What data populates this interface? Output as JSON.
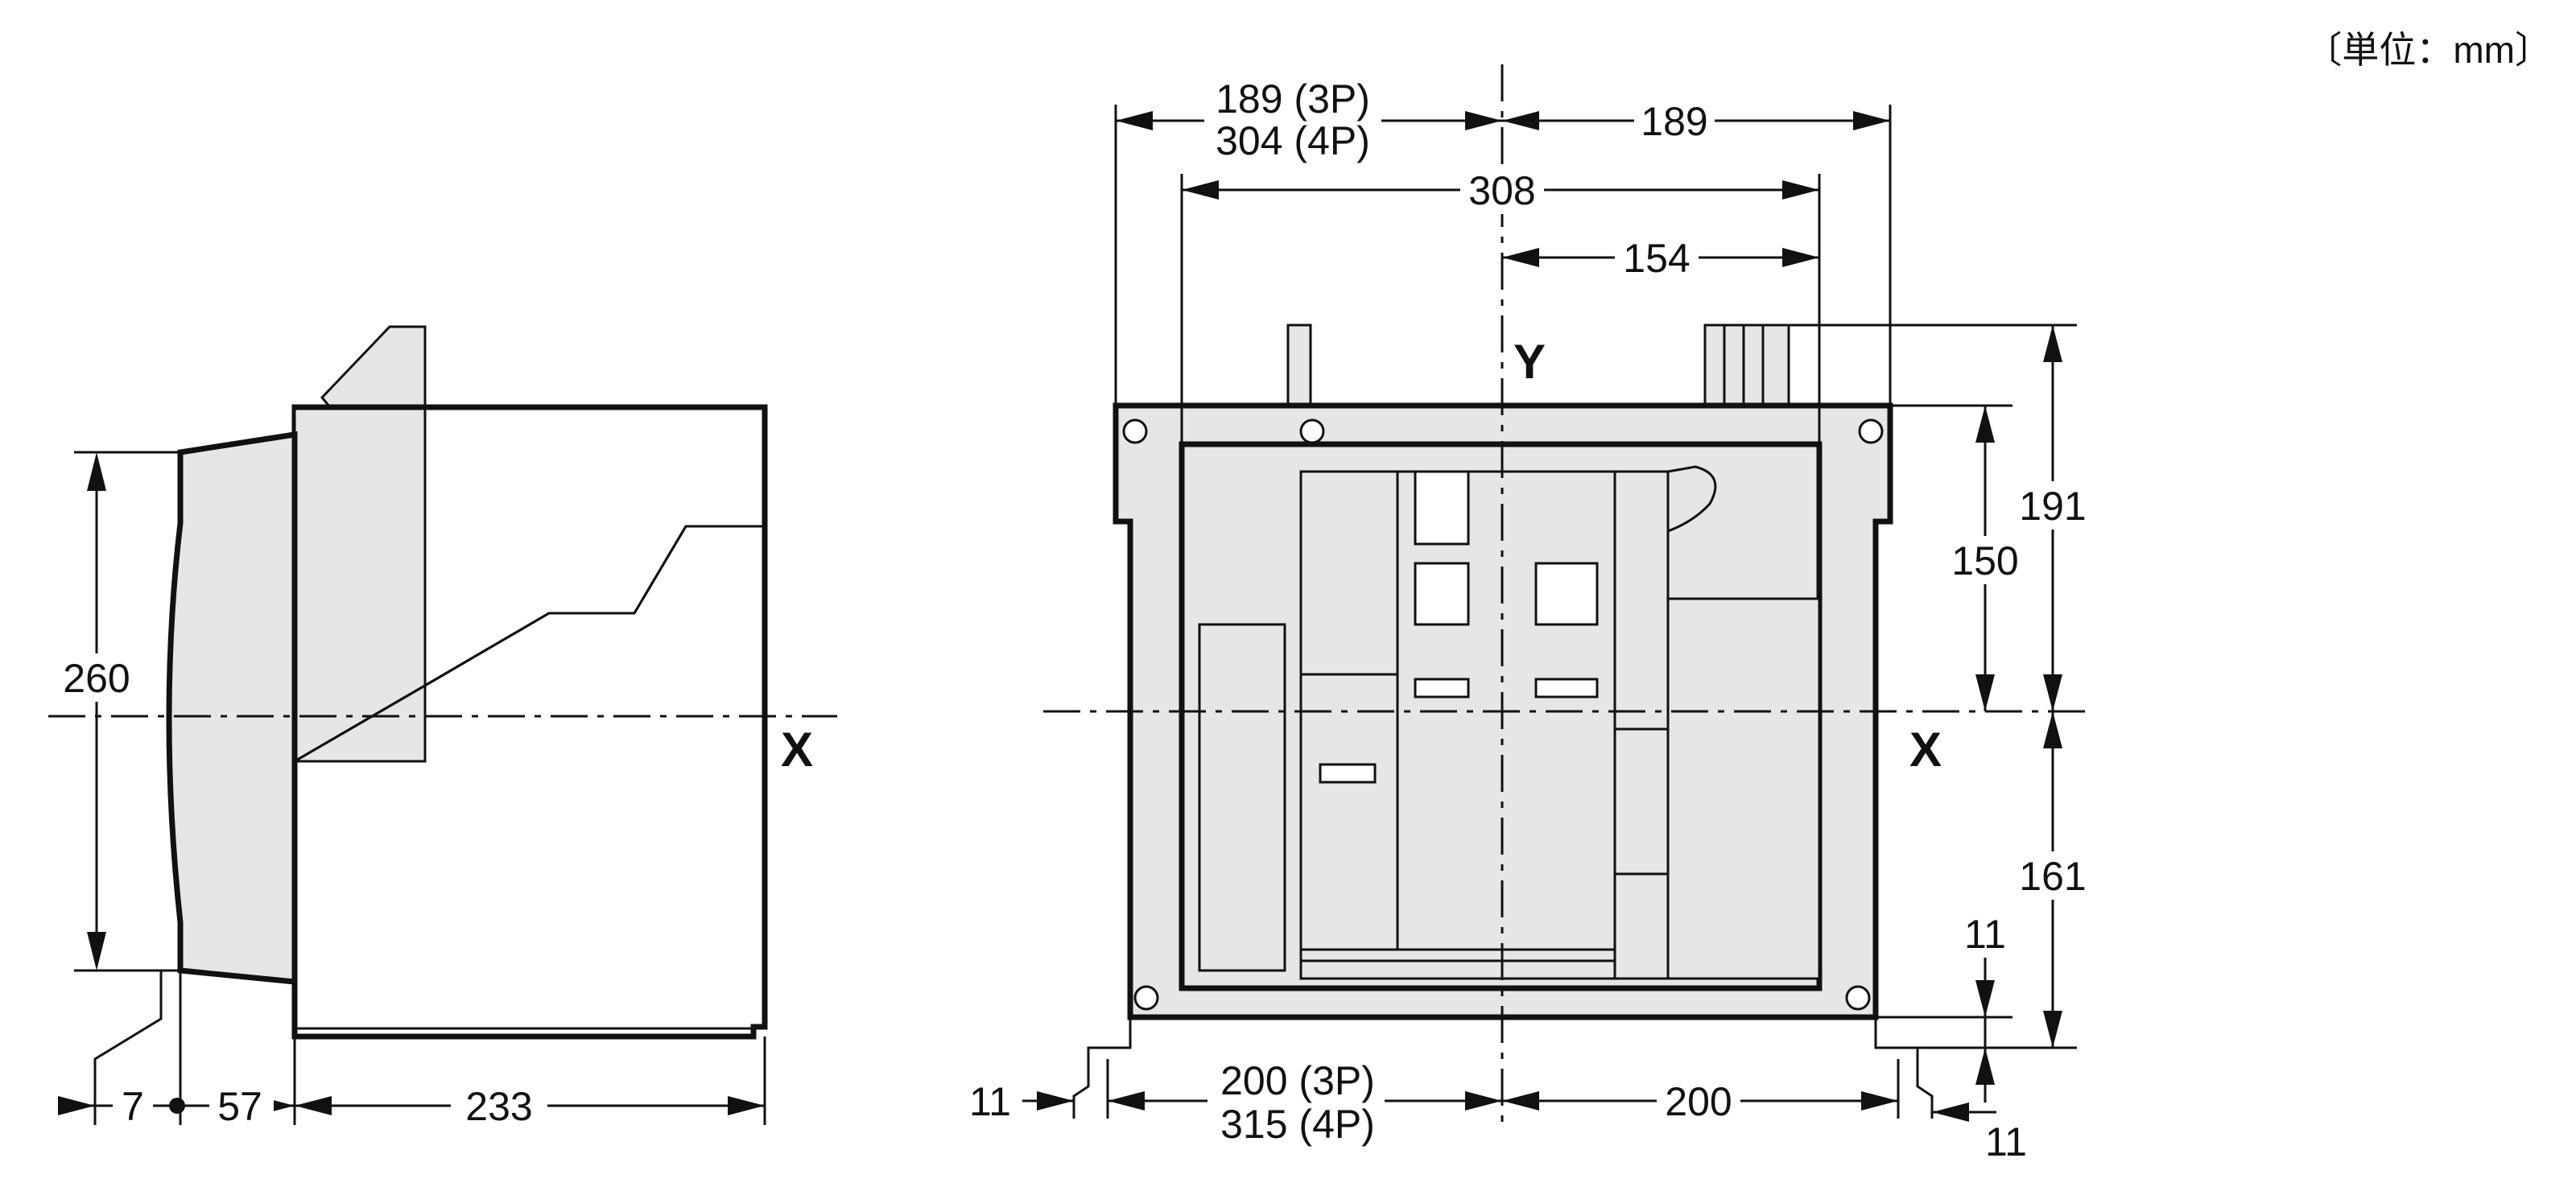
{
  "unit_label": "〔単位：mm〕",
  "axes": {
    "x_left": "X",
    "x_right": "X",
    "y_top": "Y"
  },
  "side_view": {
    "height": "260",
    "depth_a": "7",
    "depth_b": "57",
    "depth_c": "233"
  },
  "front_view": {
    "top_left_3p": "189 (3P)",
    "top_left_4p": "304 (4P)",
    "top_right": "189",
    "overall_width": "308",
    "half_width": "154",
    "height_total": "191",
    "height_upper": "150",
    "height_lower": "161",
    "foot_height": "11",
    "foot_left": "11",
    "foot_right": "11",
    "bottom_left_3p": "200 (3P)",
    "bottom_left_4p": "315 (4P)",
    "bottom_right": "200"
  }
}
